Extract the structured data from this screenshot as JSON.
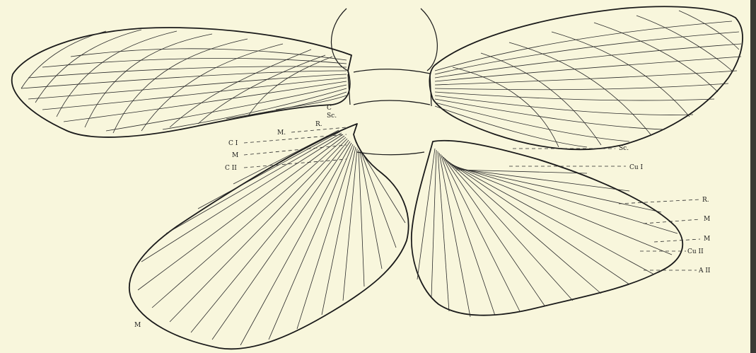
{
  "figure": {
    "colors": {
      "paper": "#f8f6dc",
      "ink": "#1a1a1a"
    },
    "labels_left": [
      "C",
      "Sc.",
      "R.",
      "M.",
      "C I",
      "M",
      "C II",
      "M"
    ],
    "labels_right": [
      "Sc.",
      "Cu I",
      "R.",
      "M",
      "M",
      "Cu II",
      "A II"
    ]
  }
}
